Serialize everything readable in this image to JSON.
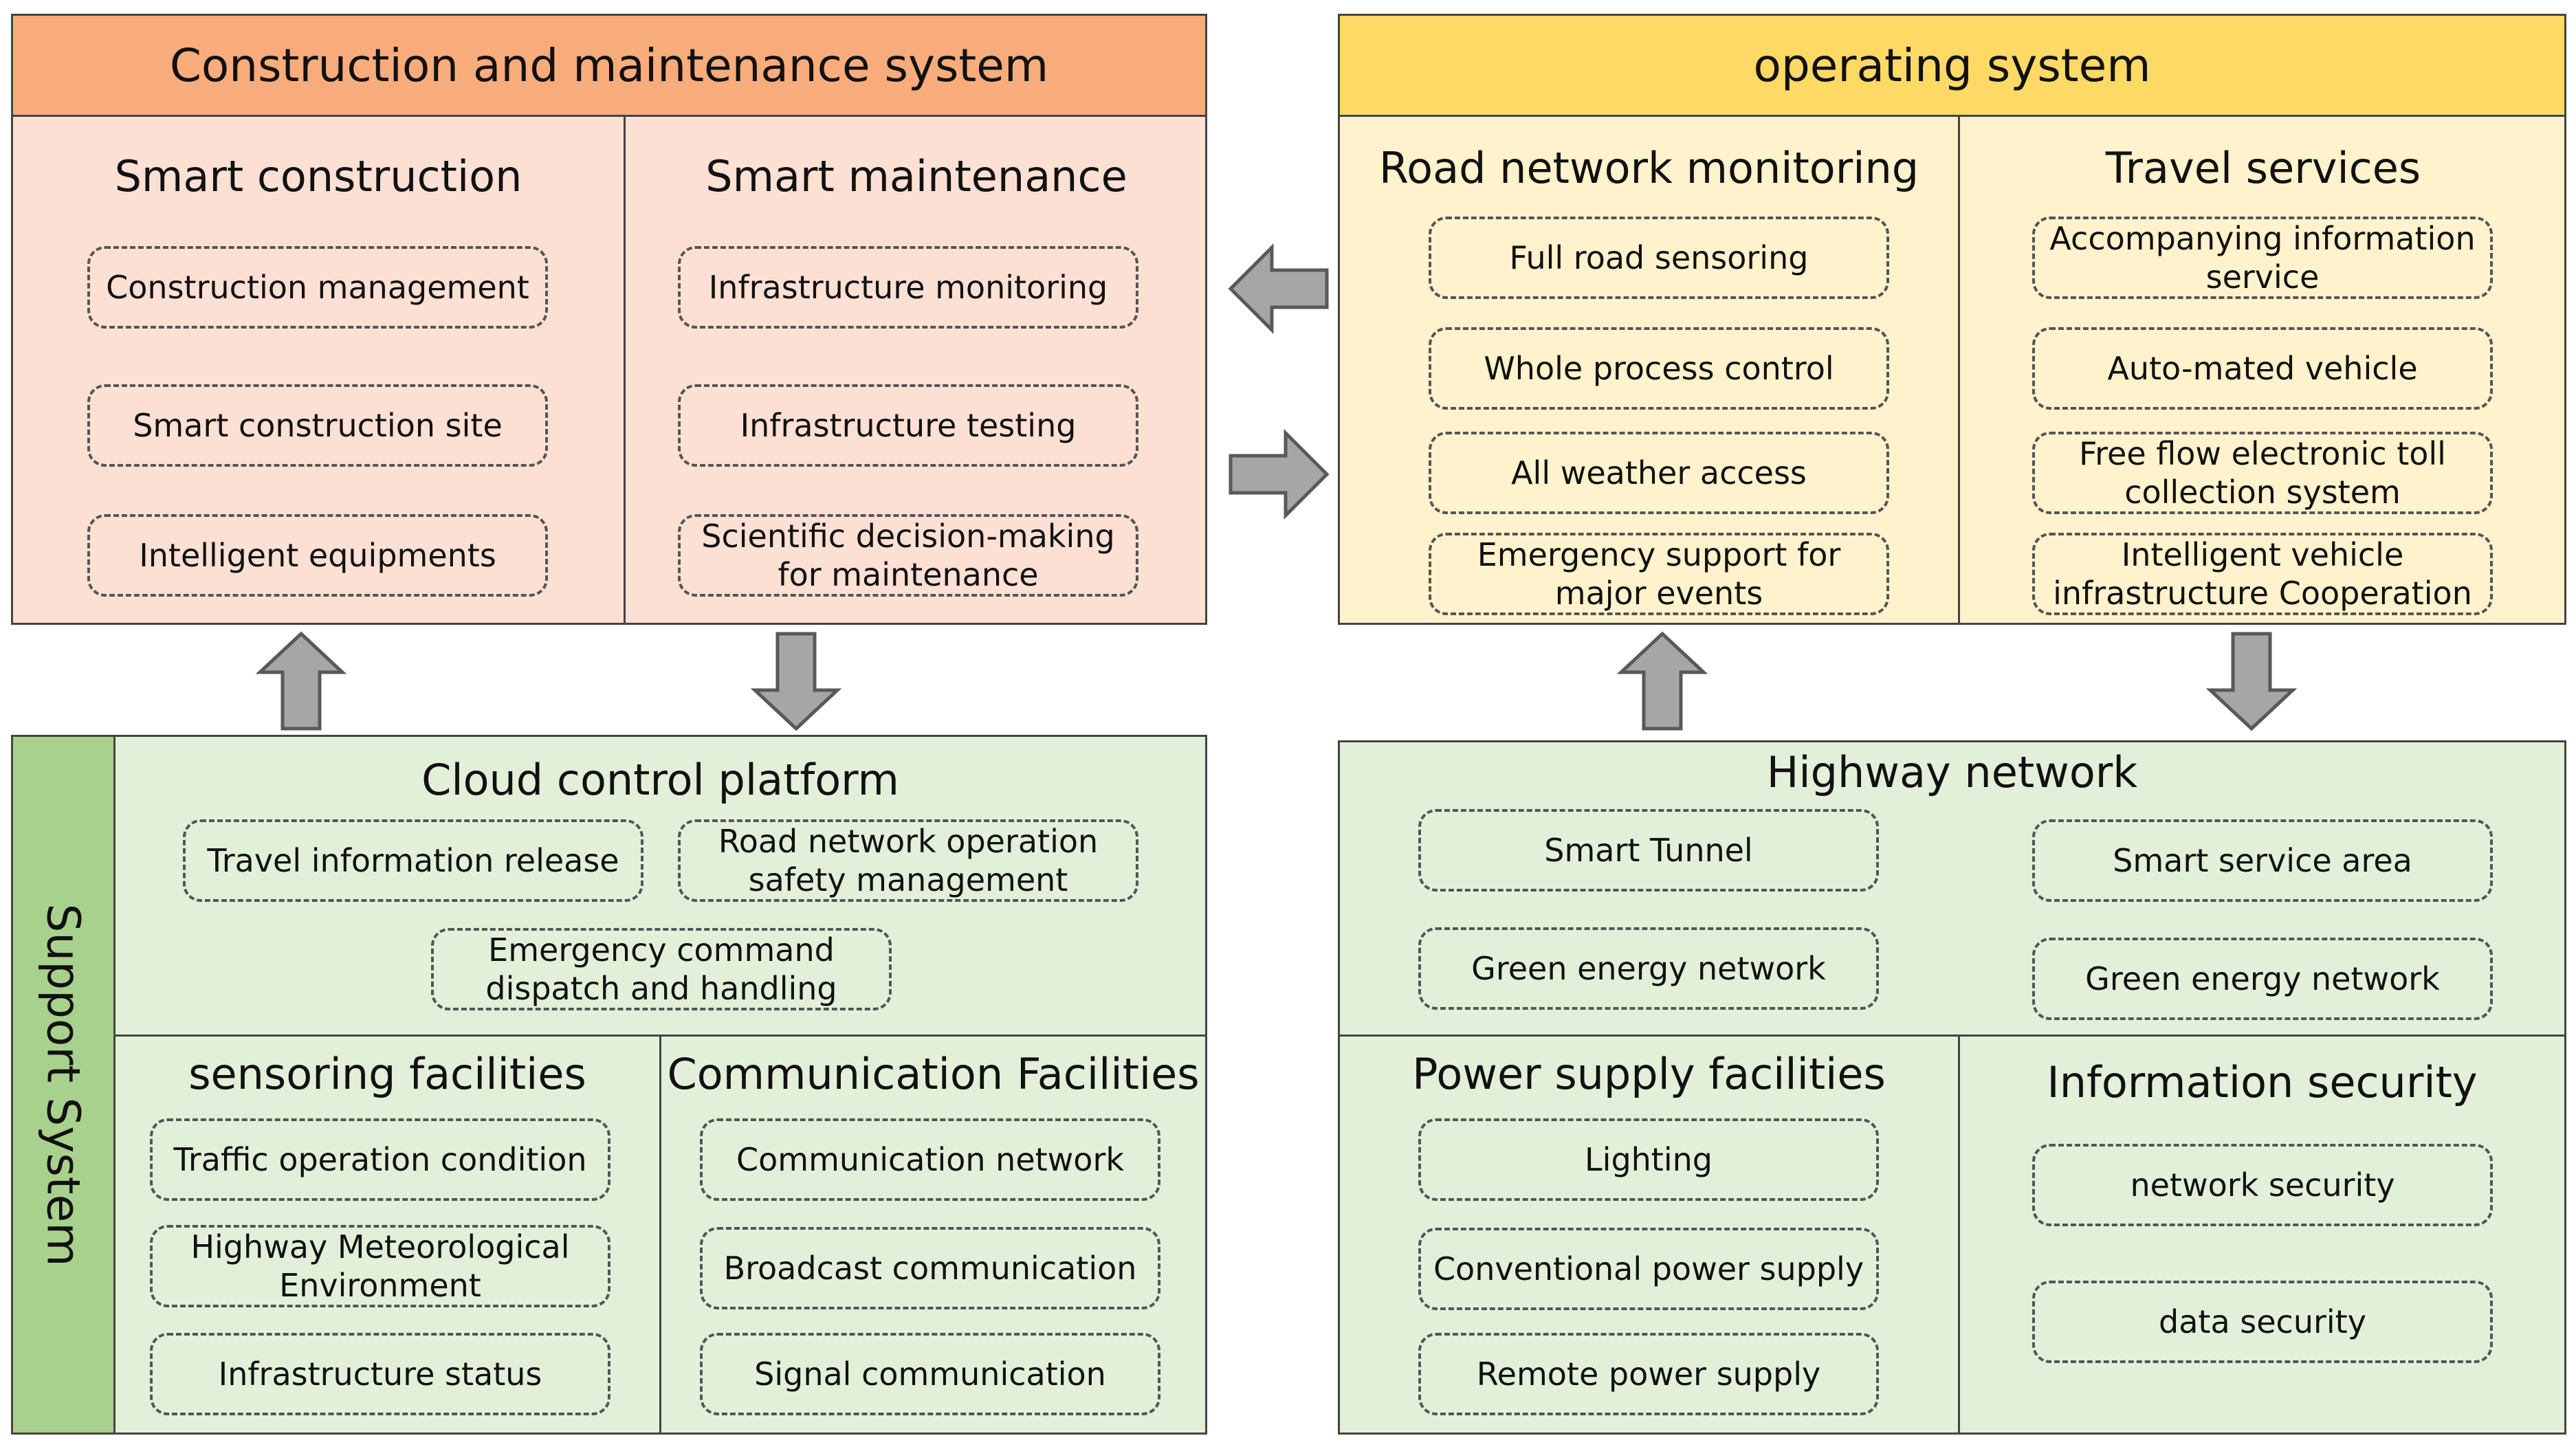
{
  "construction": {
    "title": "Construction and maintenance system",
    "smart_construction": {
      "title": "Smart construction",
      "items": [
        "Construction management",
        "Smart construction site",
        "Intelligent equipments"
      ]
    },
    "smart_maintenance": {
      "title": "Smart maintenance",
      "items": [
        "Infrastructure monitoring",
        "Infrastructure testing",
        "Scientific decision-making for maintenance"
      ]
    }
  },
  "operating": {
    "title": "operating system",
    "road_monitoring": {
      "title": "Road network monitoring",
      "items": [
        "Full road sensoring",
        "Whole process control",
        "All weather access",
        "Emergency support for major events"
      ]
    },
    "travel_services": {
      "title": "Travel services",
      "items": [
        "Accompanying information service",
        "Auto-mated vehicle",
        "Free flow electronic toll collection system",
        "Intelligent vehicle infrastructure Cooperation"
      ]
    }
  },
  "support": {
    "title": "Support System",
    "cloud": {
      "title": "Cloud control platform",
      "items": [
        "Travel information release",
        "Road network operation safety management",
        "Emergency command dispatch and handling"
      ]
    },
    "sensoring": {
      "title": "sensoring facilities",
      "items": [
        "Traffic operation condition",
        "Highway Meteorological Environment",
        "Infrastructure status"
      ]
    },
    "communication": {
      "title": "Communication Facilities",
      "items": [
        "Communication network",
        "Broadcast communication",
        "Signal communication"
      ]
    }
  },
  "highway": {
    "network": {
      "title": "Highway network",
      "items": [
        "Smart Tunnel",
        "Smart service area",
        "Green energy network",
        "Green energy network"
      ]
    },
    "power": {
      "title": "Power supply facilities",
      "items": [
        "Lighting",
        "Conventional power supply",
        "Remote power supply"
      ]
    },
    "security": {
      "title": "Information security",
      "items": [
        "network security",
        "data security"
      ]
    }
  },
  "colors": {
    "orange_header": "#f8ac7c",
    "orange_body": "#fde0d4",
    "yellow_header": "#ffd966",
    "yellow_body": "#fff2cc",
    "green_body": "#e2f0d9",
    "green_side": "#a9d18e",
    "arrow_fill": "#a6a6a6",
    "arrow_stroke": "#595959"
  },
  "icons": [
    "arrow-left-icon",
    "arrow-right-icon",
    "arrow-up-icon",
    "arrow-down-icon"
  ]
}
